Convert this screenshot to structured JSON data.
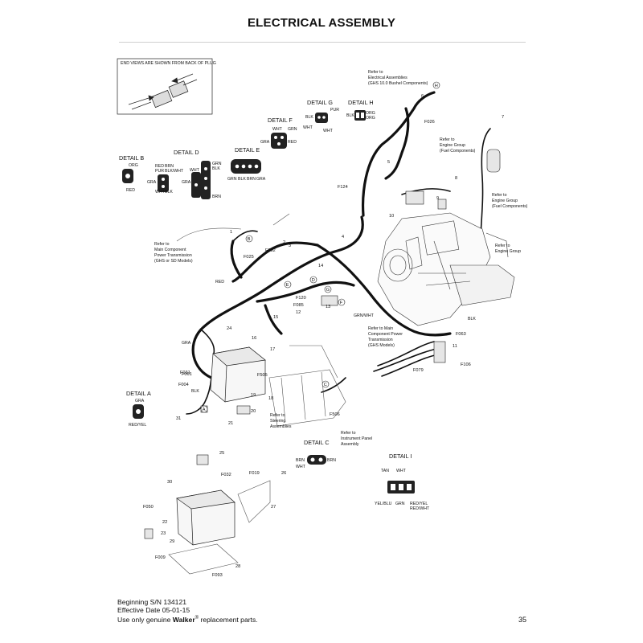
{
  "title": "ELECTRICAL ASSEMBLY",
  "end_views_note": "END VIEWS ARE SHOWN FROM BACK OF PLUG",
  "details": [
    {
      "label": "DETAIL A",
      "wires": [
        "GRA",
        "RED/YEL"
      ]
    },
    {
      "label": "DETAIL B",
      "wires": [
        "ORG",
        "RED"
      ]
    },
    {
      "label": "DETAIL C",
      "wires": [
        "BRN",
        "WHT",
        "BRN"
      ]
    },
    {
      "label": "DETAIL D",
      "wires": [
        "RED",
        "BRN",
        "PUR",
        "BLK/WHT",
        "GRA",
        "WHT",
        "BLK",
        "WHT",
        "GRN",
        "BLK",
        "GRA",
        "BRN"
      ]
    },
    {
      "label": "DETAIL E",
      "wires": [
        "GRN",
        "BLK",
        "BRN",
        "GRA"
      ]
    },
    {
      "label": "DETAIL F",
      "wires": [
        "WHT",
        "GRN",
        "GRA",
        "RED"
      ]
    },
    {
      "label": "DETAIL G",
      "wires": [
        "PUR",
        "BLK",
        "WHT",
        "WHT"
      ]
    },
    {
      "label": "DETAIL H",
      "wires": [
        "BLK",
        "ORG",
        "ORG"
      ]
    },
    {
      "label": "DETAIL I",
      "wires": [
        "TAN",
        "WHT",
        "YEL/BLU",
        "GRN",
        "RED/YEL",
        "RED/WHT"
      ]
    }
  ],
  "refs": {
    "elec_asm": [
      "Refer to",
      "Electrical Assemblies",
      "(GHS 10.0 Bushel Components)"
    ],
    "engine_fuel_1": [
      "Refer to",
      "Engine Group",
      "(Fuel Components)"
    ],
    "engine_fuel_2": [
      "Refer to",
      "Engine Group",
      "(Fuel Components)"
    ],
    "engine_group": [
      "Refer to",
      "Engine Group"
    ],
    "main_comp_1": [
      "Refer to",
      "Main Component",
      "Power Transmission",
      "(GHS or SD Models)"
    ],
    "main_comp_2": [
      "Refer to Main",
      "Component Power",
      "Transmission",
      "(GHS Models)"
    ],
    "steering": [
      "Refer to",
      "Steering",
      "Assemblies"
    ],
    "instrument": [
      "Refer to",
      "Instrument Panel",
      "Assembly"
    ]
  },
  "callouts": {
    "wire_colors": [
      "RED",
      "GRA",
      "BLK",
      "GRN/WHT",
      "BLK"
    ],
    "part_numbers": [
      "1",
      "2",
      "3",
      "4",
      "5",
      "6",
      "7",
      "8",
      "9",
      "10",
      "11",
      "12",
      "13",
      "14",
      "15",
      "16",
      "17",
      "18",
      "19",
      "20",
      "21",
      "22",
      "23",
      "24",
      "25",
      "26",
      "27",
      "28",
      "29",
      "30",
      "31"
    ],
    "fastener_codes": [
      "F002",
      "F004",
      "F009",
      "F019",
      "F025",
      "F026",
      "F031",
      "F032",
      "F050",
      "F061",
      "F063",
      "F079",
      "F085",
      "F093",
      "F106",
      "F120",
      "F124",
      "F505",
      "F506"
    ],
    "connector_letters": [
      "A",
      "B",
      "C",
      "D",
      "E",
      "F",
      "G",
      "H"
    ]
  },
  "footer": {
    "serial": "Beginning S/N 134121",
    "effective": "Effective Date 05-01-15",
    "use_prefix": "Use only genuine ",
    "brand": "Walker",
    "reg": "®",
    "use_suffix": " replacement parts.",
    "page": "35"
  }
}
